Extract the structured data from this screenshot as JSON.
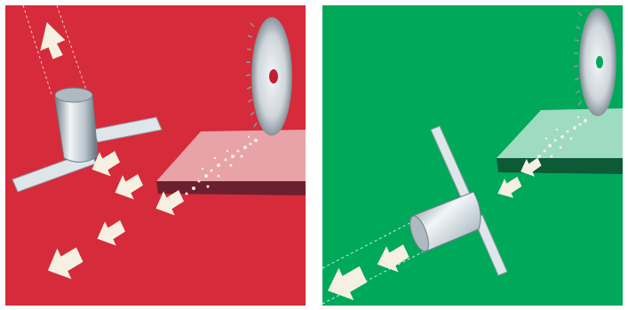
{
  "panels": [
    {
      "id": "left",
      "background": "#d62b3a",
      "state": "dust extracted upward through hood"
    },
    {
      "id": "right",
      "background": "#00a85a",
      "state": "dust extracted downward through hood"
    }
  ],
  "colors": {
    "arrow_fill": "#f5f0e1",
    "metal_light": "#e6eef2",
    "metal_dark": "#7c8c95",
    "board_top_left": "#e7a3a8",
    "board_top_right": "#9fdbc1",
    "blade": "#d7dde1"
  },
  "icons": [
    "saw-blade-icon",
    "board-icon",
    "dust-particles-icon",
    "extraction-hood-icon",
    "flow-arrow-icon",
    "duct-outline-icon"
  ]
}
